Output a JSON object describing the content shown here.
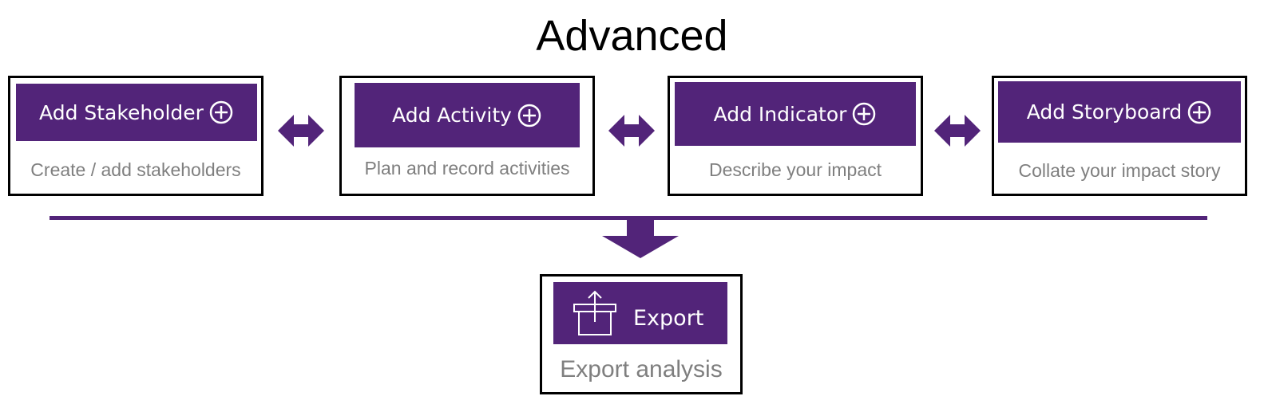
{
  "title": "Advanced",
  "colors": {
    "accent": "#522479",
    "description_text": "#7f7f7f",
    "border": "#000000"
  },
  "steps": [
    {
      "button_label": "Add Stakeholder",
      "icon": "plus-circle-icon",
      "description": "Create / add stakeholders"
    },
    {
      "button_label": "Add Activity",
      "icon": "plus-circle-icon",
      "description": "Plan and record activities"
    },
    {
      "button_label": "Add Indicator",
      "icon": "plus-circle-icon",
      "description": "Describe your impact"
    },
    {
      "button_label": "Add Storyboard",
      "icon": "plus-circle-icon",
      "description": "Collate your impact story"
    }
  ],
  "connectors": [
    "double-arrow-icon",
    "double-arrow-icon",
    "double-arrow-icon"
  ],
  "export": {
    "button_label": "Export",
    "icon": "export-box-icon",
    "description": "Export analysis"
  }
}
